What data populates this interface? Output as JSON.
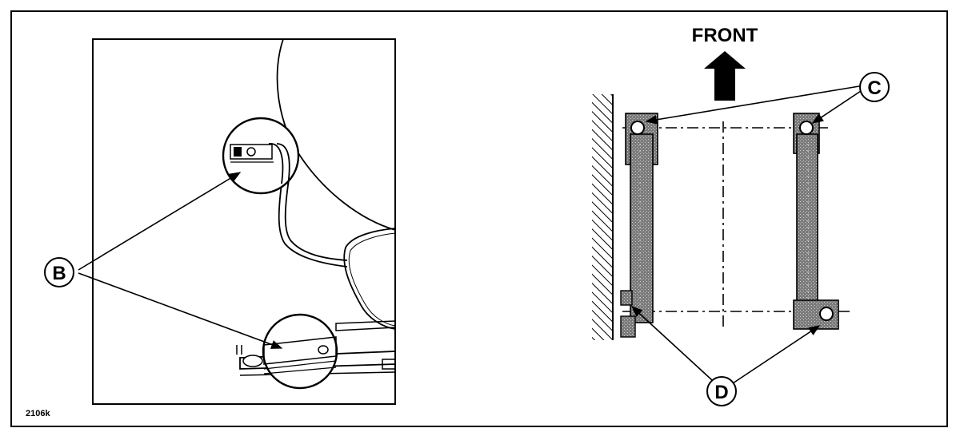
{
  "labels": {
    "front": "FRONT",
    "callout_b": "B",
    "callout_c": "C",
    "callout_d": "D",
    "figure_ref": "2106k"
  }
}
